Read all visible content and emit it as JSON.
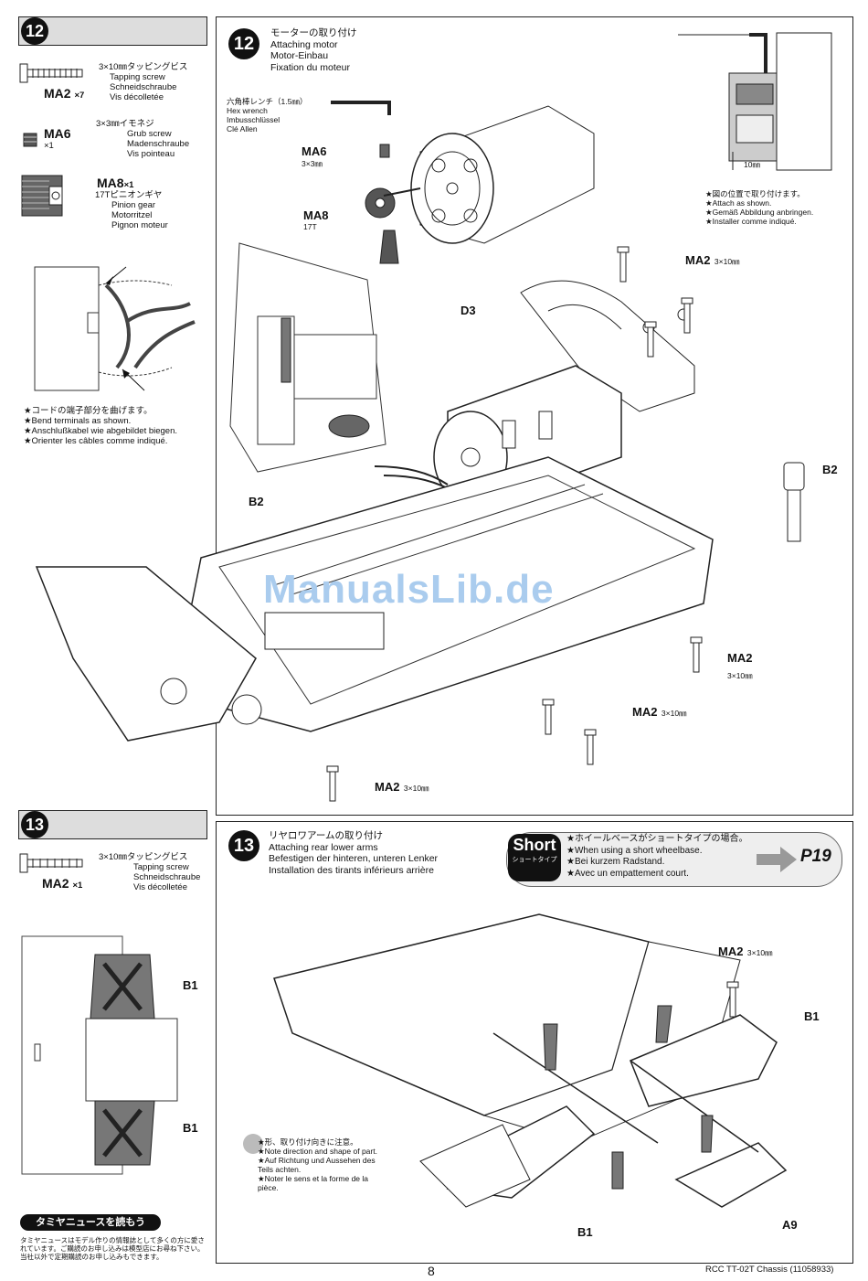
{
  "step12": {
    "number": "12",
    "title_jp": "モーターの取り付け",
    "title_en": "Attaching motor",
    "title_de": "Motor-Einbau",
    "title_fr": "Fixation du moteur",
    "parts": [
      {
        "code": "MA2",
        "qty": "×7",
        "size_jp": "3×10㎜タッピングビス",
        "en": "Tapping screw",
        "de": "Schneidschraube",
        "fr": "Vis décolletée"
      },
      {
        "code": "MA6",
        "qty": "×1",
        "size_jp": "3×3㎜イモネジ",
        "en": "Grub screw",
        "de": "Madenschraube",
        "fr": "Vis pointeau"
      },
      {
        "code": "MA8",
        "qty": "×1",
        "size_jp": "17Tピニオンギヤ",
        "en": "Pinion gear",
        "de": "Motorritzel",
        "fr": "Pignon moteur"
      }
    ],
    "tool": {
      "jp": "六角棒レンチ（1.5㎜）",
      "en": "Hex wrench",
      "de": "Imbusschlüssel",
      "fr": "Clé Allen"
    },
    "bend_note": {
      "jp": "★コードの端子部分を曲げます。",
      "en": "★Bend terminals as shown.",
      "de": "★Anschlußkabel wie abgebildet biegen.",
      "fr": "★Orienter les câbles comme indiqué."
    },
    "attach_note": {
      "jp": "★図の位置で取り付けます。",
      "en": "★Attach as shown.",
      "de": "★Gemäß Abbildung anbringen.",
      "fr": "★Installer comme indiqué."
    },
    "callouts": {
      "ma6": "MA6",
      "ma6_size": "3×3㎜",
      "ma8": "MA8",
      "ma8_size": "17T",
      "d3": "D3",
      "b2_left": "B2",
      "b2_right": "B2",
      "ma2": "MA2",
      "ma2_size": "3×10㎜",
      "dim": "10㎜"
    }
  },
  "step13": {
    "number": "13",
    "title_jp": "リヤロワアームの取り付け",
    "title_en": "Attaching rear lower arms",
    "title_de": "Befestigen der hinteren, unteren Lenker",
    "title_fr": "Installation des tirants inférieurs arrière",
    "parts": [
      {
        "code": "MA2",
        "qty": "×1",
        "size_jp": "3×10㎜タッピングビス",
        "en": "Tapping screw",
        "de": "Schneidschraube",
        "fr": "Vis décolletée"
      }
    ],
    "short_box": {
      "badge": "Short",
      "badge_sub": "ショートタイプ",
      "jp": "★ホイールベースがショートタイプの場合。",
      "en": "★When using a short wheelbase.",
      "de": "★Bei kurzem Radstand.",
      "fr": "★Avec un empattement court.",
      "page_ref": "P19"
    },
    "direction_note": {
      "jp": "★形、取り付け向きに注意。",
      "en": "★Note direction and shape of part.",
      "de": "★Auf Richtung und Aussehen des Teils achten.",
      "fr": "★Noter le sens et la forme de la pièce."
    },
    "callouts": {
      "b1": "B1",
      "a9": "A9",
      "ma2": "MA2",
      "ma2_size": "3×10㎜"
    },
    "side_labels": {
      "b1_top": "B1",
      "b1_bottom": "B1"
    }
  },
  "news": {
    "title": "タミヤニュースを読もう",
    "text": "タミヤニュースはモデル作りの情報誌として多くの方に愛されています。ご購読のお申し込みは模型店にお尋ね下さい。当社以外で定期購読のお申し込みもできます。"
  },
  "footer": {
    "page": "8",
    "doc": "RCC TT-02T Chassis (11058933)"
  },
  "watermark": "ManualsLib.de"
}
